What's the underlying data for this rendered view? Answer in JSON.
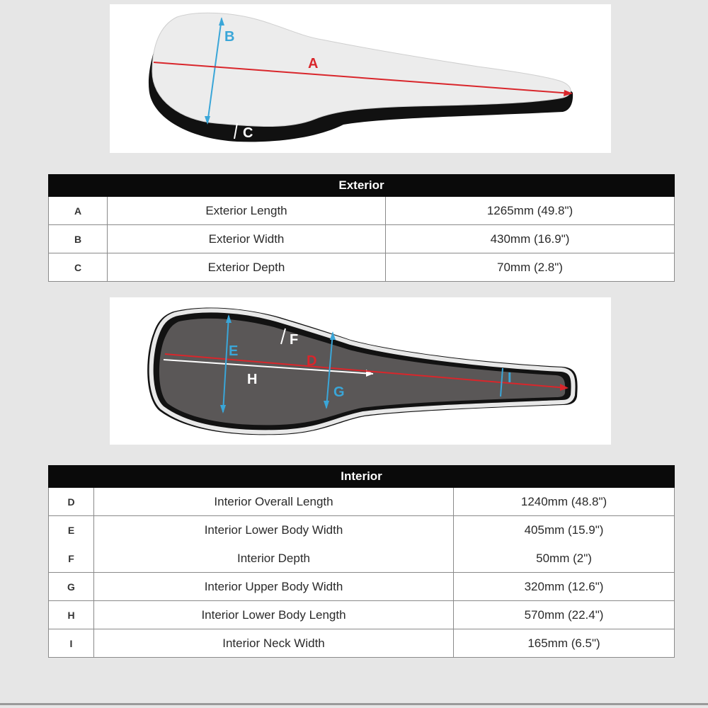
{
  "exterior": {
    "diagram_letters": {
      "a": "A",
      "b": "B",
      "c": "C"
    },
    "title": "Exterior",
    "rows": [
      {
        "key": "A",
        "label": "Exterior Length",
        "value": "1265mm (49.8\")"
      },
      {
        "key": "B",
        "label": "Exterior Width",
        "value": "430mm (16.9\")"
      },
      {
        "key": "C",
        "label": "Exterior Depth",
        "value": "70mm (2.8\")"
      }
    ]
  },
  "interior": {
    "diagram_letters": {
      "d": "D",
      "e": "E",
      "f": "F",
      "g": "G",
      "h": "H",
      "i": "I"
    },
    "title": "Interior",
    "rows": [
      {
        "key": "D",
        "label": "Interior Overall Length",
        "value": "1240mm (48.8\")"
      },
      {
        "key": "E",
        "label": "Interior Lower Body Width",
        "value": "405mm (15.9\")"
      },
      {
        "key": "F",
        "label": "Interior Depth",
        "value": "50mm (2\")"
      },
      {
        "key": "G",
        "label": "Interior Upper Body Width",
        "value": "320mm (12.6\")"
      },
      {
        "key": "H",
        "label": "Interior Lower Body Length",
        "value": "570mm (22.4\")"
      },
      {
        "key": "I",
        "label": "Interior Neck Width",
        "value": "165mm (6.5\")"
      }
    ]
  },
  "colors": {
    "length_line": "#d9262b",
    "width_line": "#3aa6d8",
    "case_shell": "#111111",
    "case_lid": "#ececec",
    "case_interior": "#5a5757",
    "header_bg": "#0a0a0a"
  }
}
